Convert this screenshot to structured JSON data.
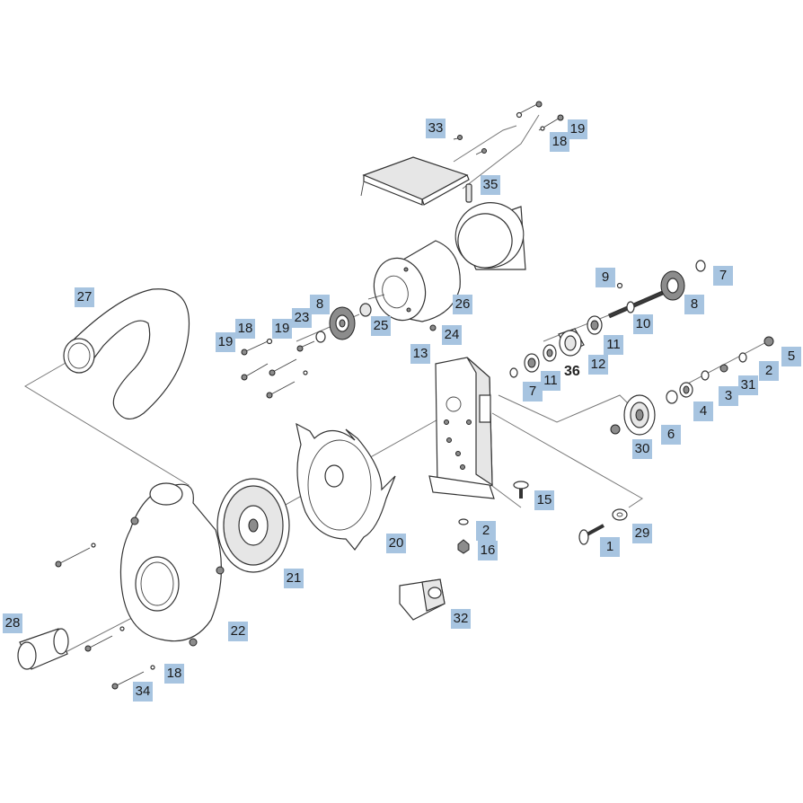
{
  "diagram": {
    "labels": [
      {
        "id": "l33",
        "text": "33"
      },
      {
        "id": "l19a",
        "text": "19"
      },
      {
        "id": "l18a",
        "text": "18"
      },
      {
        "id": "l35",
        "text": "35"
      },
      {
        "id": "l27",
        "text": "27"
      },
      {
        "id": "l9",
        "text": "9"
      },
      {
        "id": "l7a",
        "text": "7"
      },
      {
        "id": "l8a",
        "text": "8"
      },
      {
        "id": "l26",
        "text": "26"
      },
      {
        "id": "l8b",
        "text": "8"
      },
      {
        "id": "l18b",
        "text": "18"
      },
      {
        "id": "l23",
        "text": "23"
      },
      {
        "id": "l19b",
        "text": "19"
      },
      {
        "id": "l25",
        "text": "25"
      },
      {
        "id": "l10",
        "text": "10"
      },
      {
        "id": "l19c",
        "text": "19"
      },
      {
        "id": "l24",
        "text": "24"
      },
      {
        "id": "l11a",
        "text": "11"
      },
      {
        "id": "l13",
        "text": "13"
      },
      {
        "id": "l5",
        "text": "5"
      },
      {
        "id": "l12",
        "text": "12"
      },
      {
        "id": "l2a",
        "text": "2"
      },
      {
        "id": "l31",
        "text": "31"
      },
      {
        "id": "l7b",
        "text": "7"
      },
      {
        "id": "l11b",
        "text": "11"
      },
      {
        "id": "l3",
        "text": "3"
      },
      {
        "id": "l4",
        "text": "4"
      },
      {
        "id": "l6",
        "text": "6"
      },
      {
        "id": "l30",
        "text": "30"
      },
      {
        "id": "l15",
        "text": "15"
      },
      {
        "id": "l2b",
        "text": "2"
      },
      {
        "id": "l29",
        "text": "29"
      },
      {
        "id": "l20",
        "text": "20"
      },
      {
        "id": "l16",
        "text": "16"
      },
      {
        "id": "l1",
        "text": "1"
      },
      {
        "id": "l21",
        "text": "21"
      },
      {
        "id": "l32",
        "text": "32"
      },
      {
        "id": "l28",
        "text": "28"
      },
      {
        "id": "l22",
        "text": "22"
      },
      {
        "id": "l18c",
        "text": "18"
      },
      {
        "id": "l34",
        "text": "34"
      }
    ],
    "plain_label": "36"
  }
}
